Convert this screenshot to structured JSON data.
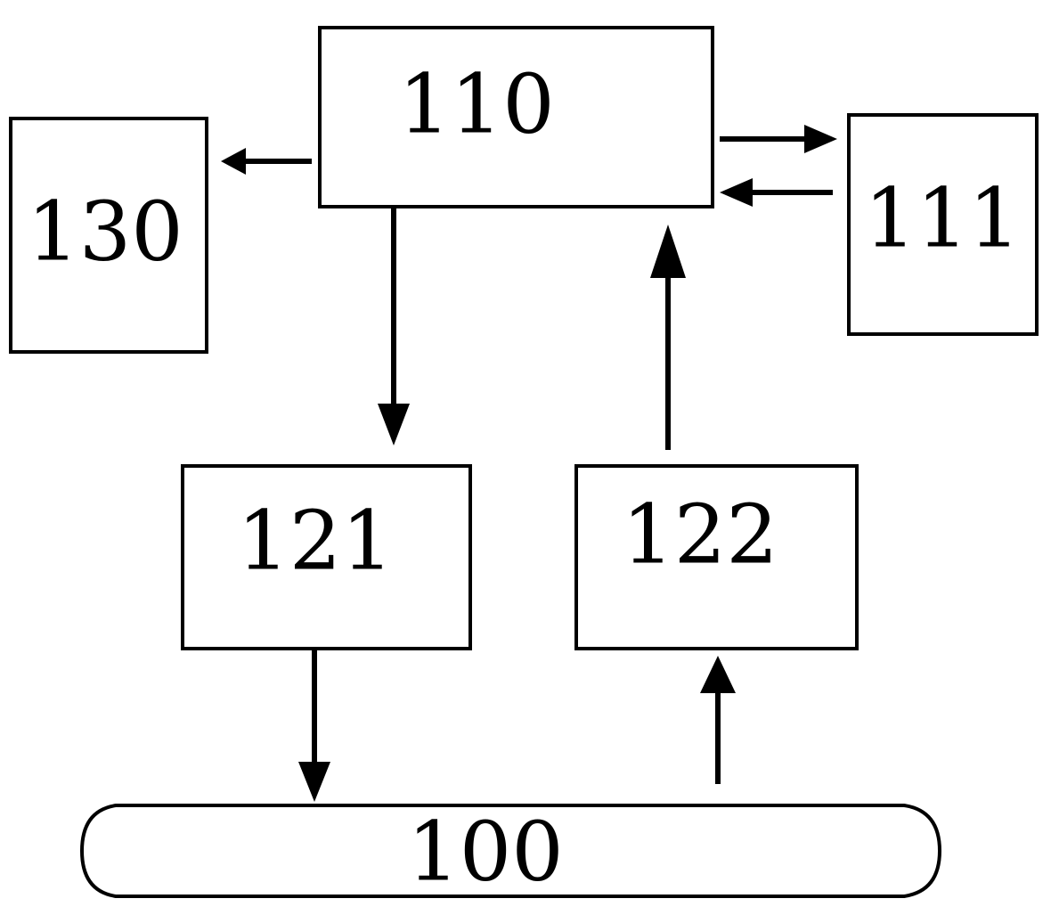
{
  "diagram": {
    "nodes": [
      {
        "id": "n110",
        "label": "110"
      },
      {
        "id": "n111",
        "label": "111"
      },
      {
        "id": "n130",
        "label": "130"
      },
      {
        "id": "n121",
        "label": "121"
      },
      {
        "id": "n122",
        "label": "122"
      },
      {
        "id": "n100",
        "label": "100"
      }
    ],
    "edges": [
      {
        "from": "110",
        "to": "130"
      },
      {
        "from": "110",
        "to": "111"
      },
      {
        "from": "111",
        "to": "110"
      },
      {
        "from": "110",
        "to": "121"
      },
      {
        "from": "122",
        "to": "110"
      },
      {
        "from": "121",
        "to": "100"
      },
      {
        "from": "100",
        "to": "122"
      }
    ]
  }
}
